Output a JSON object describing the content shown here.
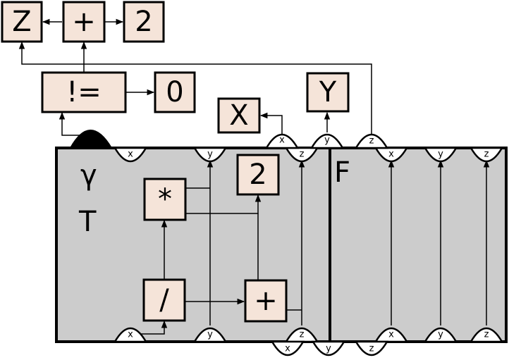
{
  "nodes": {
    "z_out": "Z",
    "plus_top": "+",
    "two_top": "2",
    "neq": "!=",
    "zero": "0",
    "x_out": "X",
    "y_out": "Y",
    "mul": "*",
    "two_inner": "2",
    "div": "/",
    "plus_inner": "+"
  },
  "panels": {
    "left_label_gamma": "γ",
    "left_label_t": "T",
    "right_label": "F"
  },
  "ports": {
    "x": "x",
    "y": "y",
    "z": "z"
  }
}
